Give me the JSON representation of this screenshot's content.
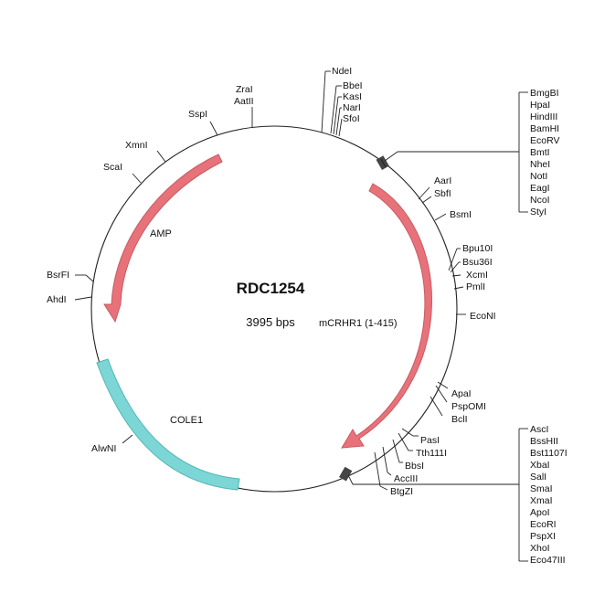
{
  "plasmid": {
    "name": "RDC1254",
    "size": "3995 bps"
  },
  "features": {
    "amp": "AMP",
    "insert": "mCRHR1 (1-415)",
    "ori": "COLE1"
  },
  "colors": {
    "arrow_fill": "#e8727a",
    "arrow_stroke": "#c85a62",
    "ori_fill": "#7dd6d6",
    "ori_stroke": "#4fb5b5",
    "backbone": "#222222"
  },
  "sites": {
    "zrai": "ZraI",
    "aatii": "AatII",
    "sspi": "SspI",
    "xmni": "XmnI",
    "scai": "ScaI",
    "bsrfi": "BsrFI",
    "ahdi": "AhdI",
    "alwni": "AlwNI",
    "ndei": "NdeI",
    "bbei": "BbeI",
    "kasi": "KasI",
    "nari": "NarI",
    "sfoi": "SfoI",
    "aari": "AarI",
    "sbfi": "SbfI",
    "bsmi": "BsmI",
    "bpu10i": "Bpu10I",
    "bsu36i": "Bsu36I",
    "xcmi": "XcmI",
    "pmli": "PmlI",
    "econi": "EcoNI",
    "apai": "ApaI",
    "pspomi": "PspOMI",
    "bcli": "BclI",
    "pasi": "PasI",
    "tth111i": "Tth111I",
    "bbsi": "BbsI",
    "acciii": "AccIII",
    "btgzi": "BtgZI"
  },
  "mcs_top": [
    "BmgBI",
    "HpaI",
    "HindIII",
    "BamHI",
    "EcoRV",
    "BmtI",
    "NheI",
    "NotI",
    "EagI",
    "NcoI",
    "StyI"
  ],
  "mcs_bottom": [
    "AscI",
    "BssHII",
    "Bst1107I",
    "XbaI",
    "SalI",
    "SmaI",
    "XmaI",
    "ApoI",
    "EcoRI",
    "PspXI",
    "XhoI",
    "Eco47III"
  ]
}
